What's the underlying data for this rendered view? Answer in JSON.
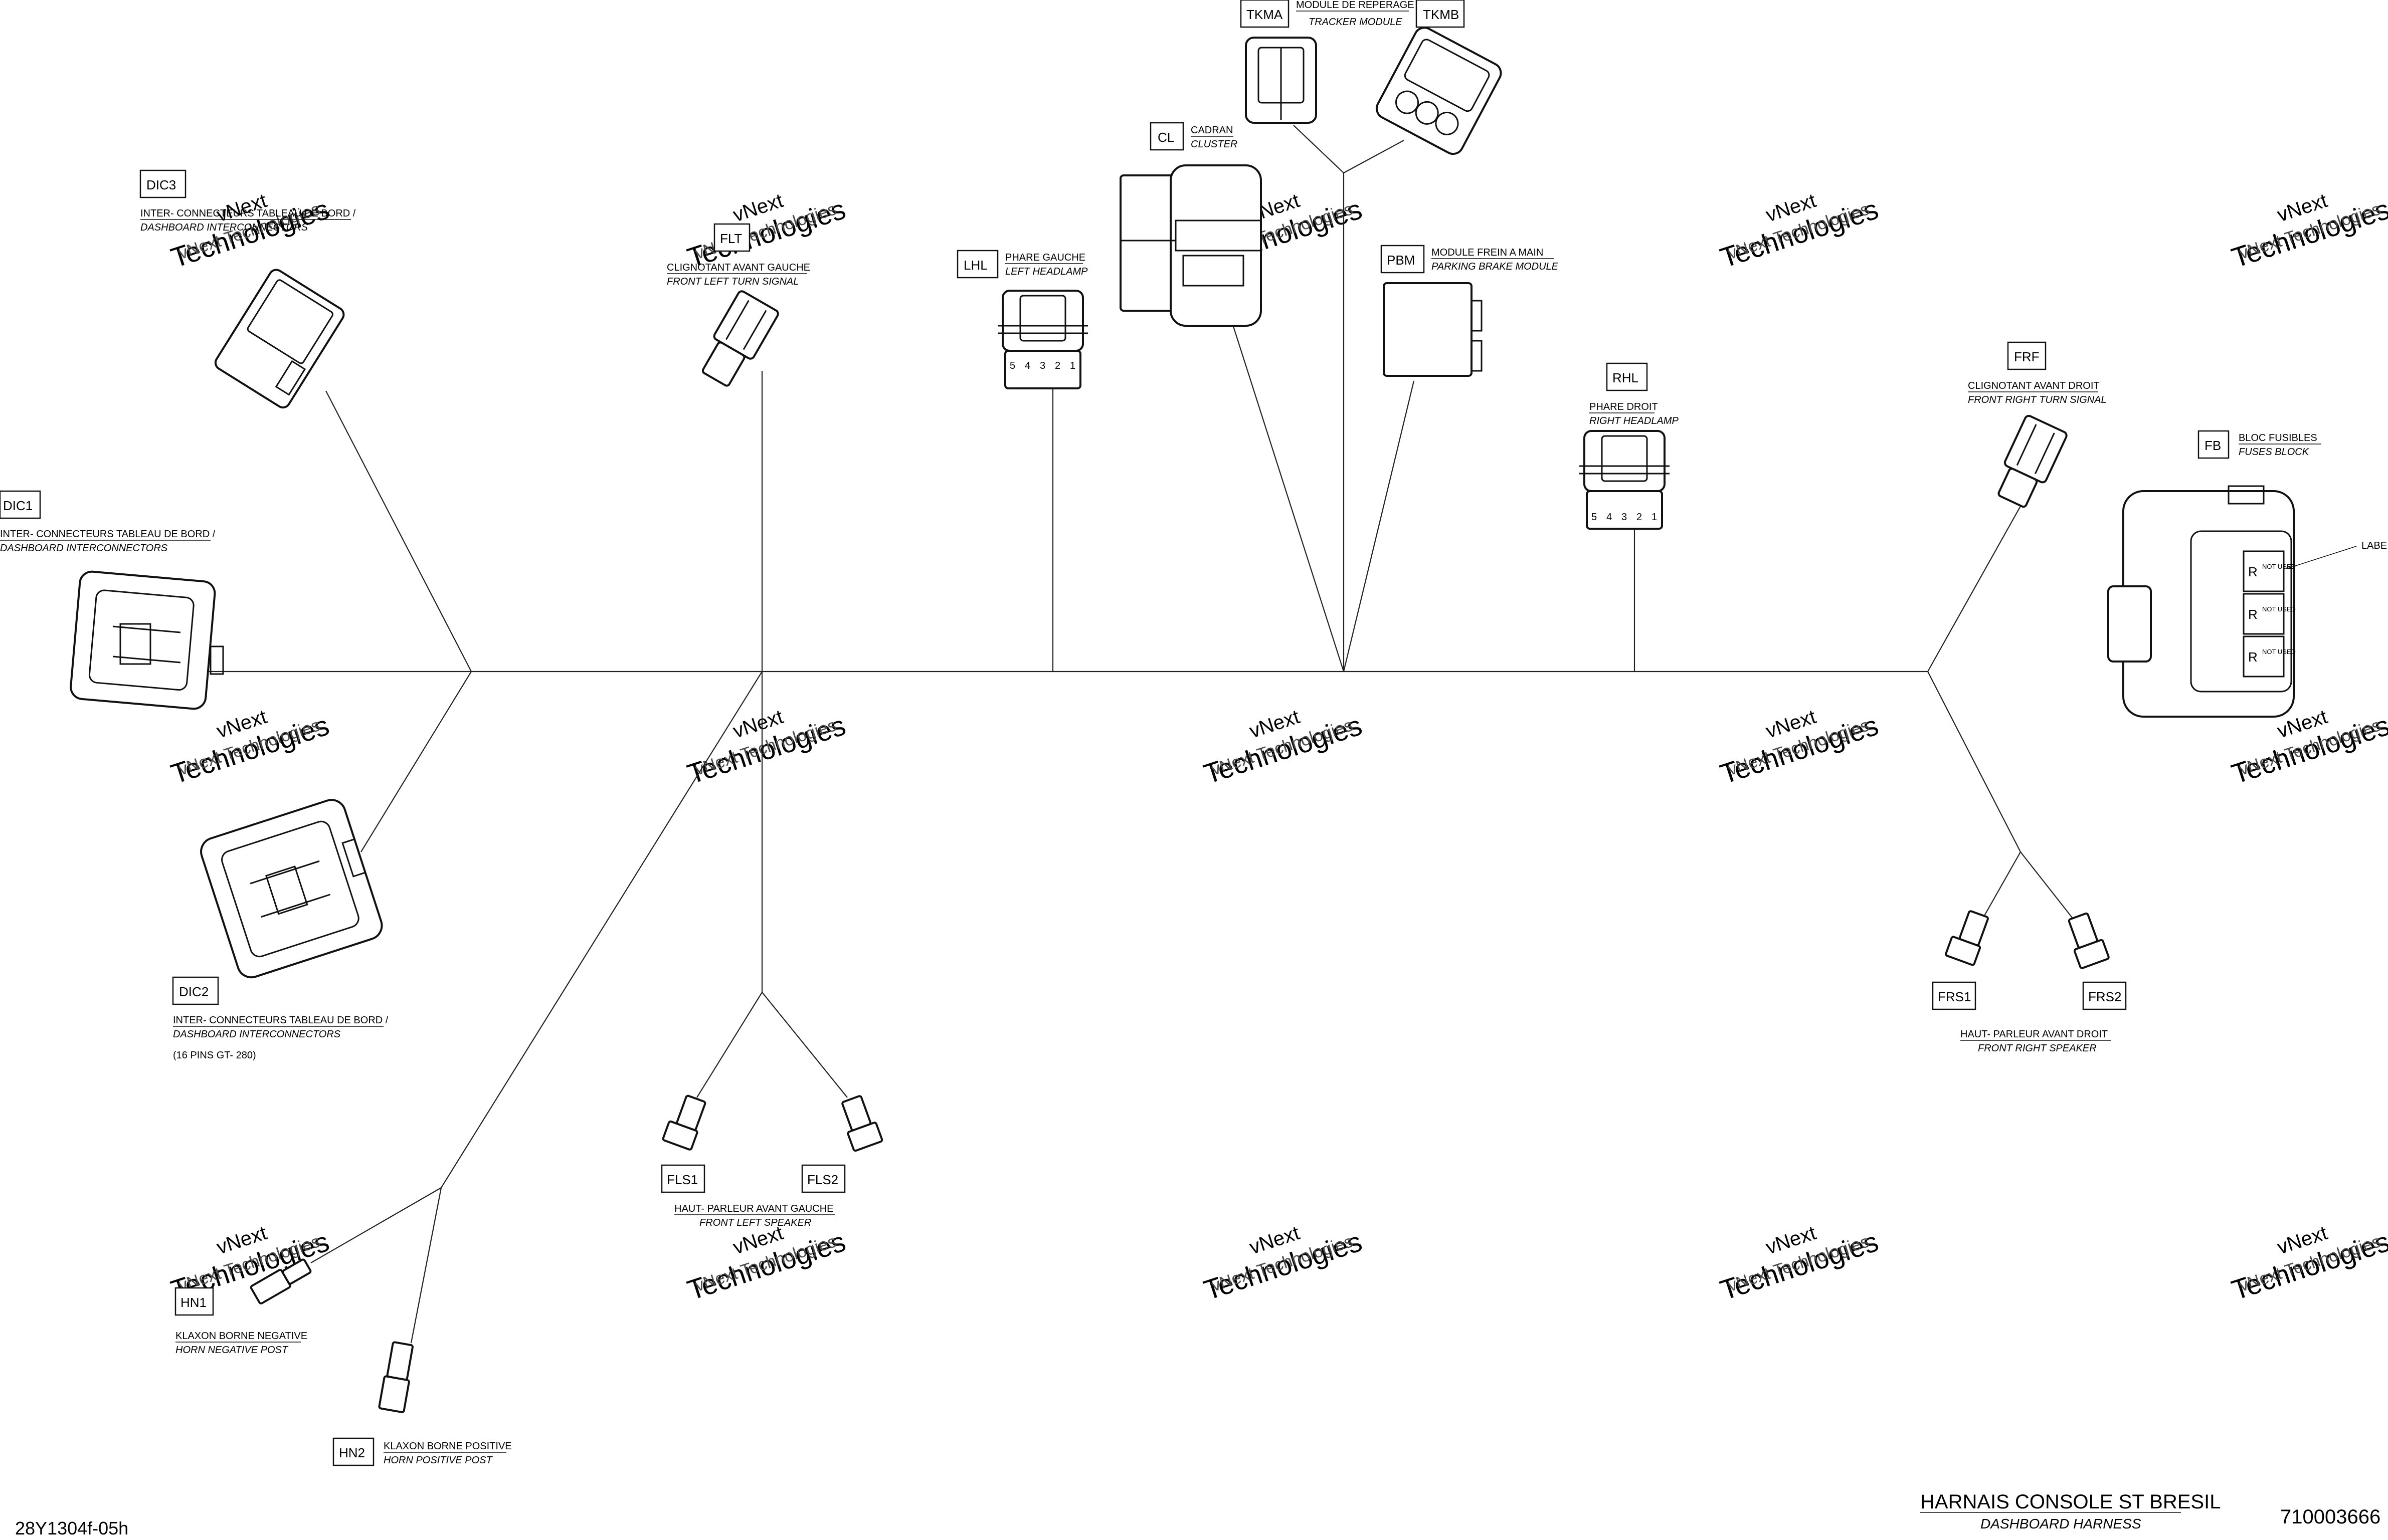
{
  "labels": {
    "DIC3": {
      "code": "DIC3",
      "fr": "INTER-  CONNECTEURS TABLEAU DE BORD /",
      "en": "DASHBOARD INTERCONNECTORS"
    },
    "DIC1": {
      "code": "DIC1",
      "fr": "INTER-  CONNECTEURS TABLEAU DE BORD /",
      "en": "DASHBOARD INTERCONNECTORS"
    },
    "DIC2": {
      "code": "DIC2",
      "fr": "INTER-  CONNECTEURS TABLEAU DE BORD /",
      "en": "DASHBOARD INTERCONNECTORS",
      "note": "(16 PINS GT-  280)"
    },
    "FLT": {
      "code": "FLT",
      "fr": "CLIGNOTANT AVANT GAUCHE",
      "en": "FRONT LEFT TURN SIGNAL"
    },
    "LHL": {
      "code": "LHL",
      "fr": "PHARE GAUCHE",
      "en": "LEFT HEADLAMP"
    },
    "CL": {
      "code": "CL",
      "fr": "CADRAN",
      "en": "CLUSTER"
    },
    "TKMA": {
      "code": "TKMA"
    },
    "TKMB": {
      "code": "TKMB"
    },
    "TRACKER": {
      "fr": "MODULE DE REPERAGE",
      "en": "TRACKER MODULE"
    },
    "PBM": {
      "code": "PBM",
      "fr": "MODULE FREIN A MAIN",
      "en": "PARKING BRAKE MODULE"
    },
    "RHL": {
      "code": "RHL",
      "fr": "PHARE DROIT",
      "en": "RIGHT HEADLAMP"
    },
    "FRF": {
      "code": "FRF",
      "fr": "CLIGNOTANT AVANT DROIT",
      "en": "FRONT RIGHT TURN SIGNAL"
    },
    "FB": {
      "code": "FB",
      "fr": "BLOC FUSIBLES",
      "en": "FUSES BLOCK",
      "side": "LABE"
    },
    "FLS1": {
      "code": "FLS1"
    },
    "FLS2": {
      "code": "FLS2"
    },
    "FLS": {
      "fr": "HAUT-  PARLEUR AVANT GAUCHE",
      "en": "FRONT LEFT SPEAKER"
    },
    "FRS1": {
      "code": "FRS1"
    },
    "FRS2": {
      "code": "FRS2"
    },
    "FRS": {
      "fr": "HAUT-  PARLEUR AVANT DROIT",
      "en": "FRONT RIGHT SPEAKER"
    },
    "HN1": {
      "code": "HN1",
      "fr": "KLAXON BORNE NEGATIVE",
      "en": "HORN NEGATIVE POST"
    },
    "HN2": {
      "code": "HN2",
      "fr": "KLAXON BORNE POSITIVE",
      "en": "HORN POSITIVE POST"
    }
  },
  "pins": [
    "5",
    "4",
    "3",
    "2",
    "1"
  ],
  "fuses": {
    "relays": [
      "R",
      "R",
      "R"
    ],
    "slots": [
      "NOT USED",
      "NOT USED",
      "NOT USED"
    ]
  },
  "title": {
    "fr": "HARNAIS CONSOLE ST BRESIL",
    "en": "DASHBOARD  HARNESS"
  },
  "part_number": "710003666",
  "figure_code": "28Y1304f-05h",
  "watermark": {
    "line1": "vNext Technologies",
    "line2": "Technologies",
    "line3": "vNext"
  }
}
